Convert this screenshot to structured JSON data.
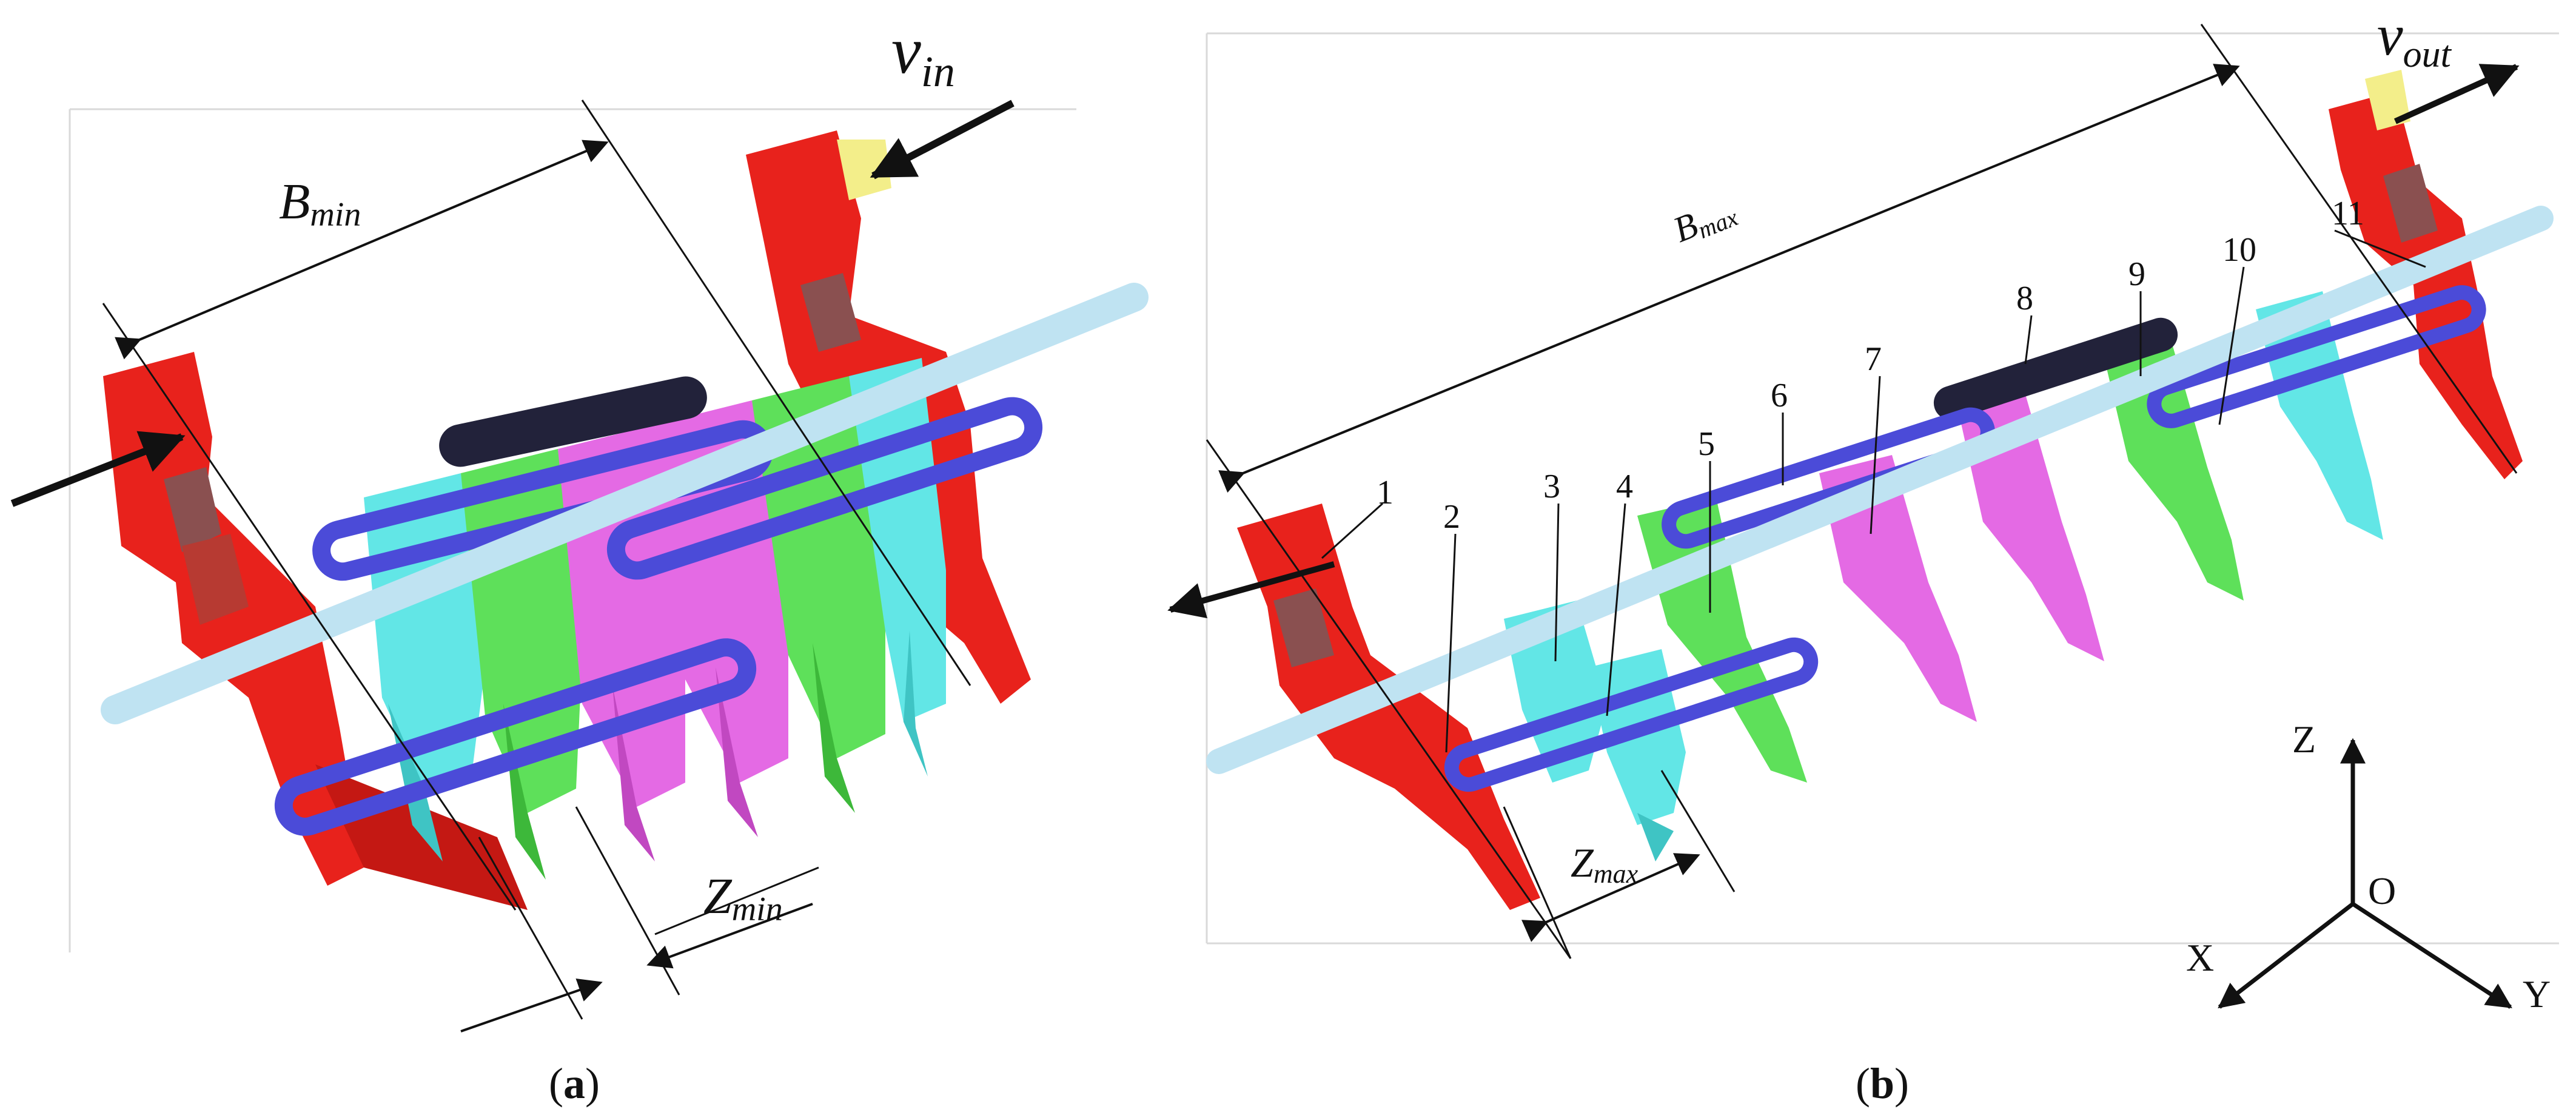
{
  "panel_a": {
    "caption_open": "(",
    "caption_letter": "a",
    "caption_close": ")",
    "velocity_symbol": "v",
    "velocity_sub": "in",
    "width_symbol": "B",
    "width_sub": "min",
    "spacing_symbol": "Z",
    "spacing_sub": "min"
  },
  "panel_b": {
    "caption_open": "(",
    "caption_letter": "b",
    "caption_close": ")",
    "velocity_symbol": "v",
    "velocity_sub": "out",
    "width_symbol": "B",
    "width_sub": "max",
    "spacing_symbol": "Z",
    "spacing_sub": "max",
    "part_numbers": [
      "1",
      "2",
      "3",
      "4",
      "5",
      "6",
      "7",
      "8",
      "9",
      "10",
      "11"
    ]
  },
  "axes": {
    "z": "Z",
    "o": "O",
    "x": "X",
    "y": "Y"
  },
  "colors": {
    "red": "#e8221c",
    "green": "#5ee05a",
    "cyan": "#62e6e6",
    "magenta": "#e46ae4",
    "blue": "#4b4bd8",
    "black_link": "#22223a",
    "light_blue_axis": "#bfe3f2",
    "yellow": "#f3ee8a",
    "brown": "#8a5050"
  }
}
